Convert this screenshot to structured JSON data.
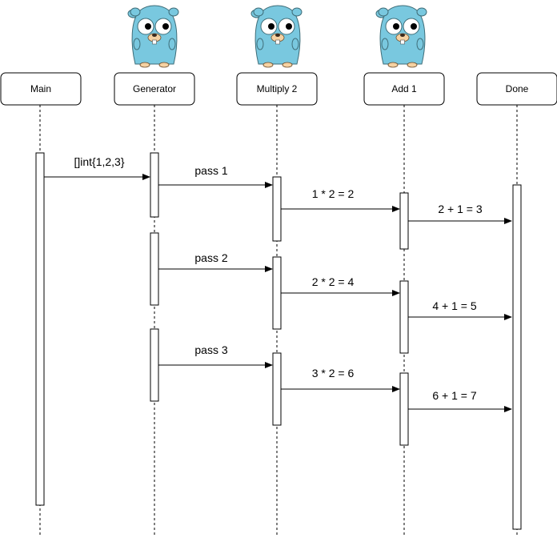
{
  "diagram": {
    "participants": [
      {
        "id": "main",
        "label": "Main"
      },
      {
        "id": "generator",
        "label": "Generator"
      },
      {
        "id": "multiply",
        "label": "Multiply 2"
      },
      {
        "id": "add",
        "label": "Add 1"
      },
      {
        "id": "done",
        "label": "Done"
      }
    ],
    "mascots": [
      "gopher-icon",
      "gopher-icon",
      "gopher-icon"
    ],
    "messages": [
      {
        "from": "main",
        "to": "generator",
        "label": "[]int{1,2,3}"
      },
      {
        "from": "generator",
        "to": "multiply",
        "label": "pass 1"
      },
      {
        "from": "multiply",
        "to": "add",
        "label": "1 * 2 = 2"
      },
      {
        "from": "add",
        "to": "done",
        "label": "2 + 1 = 3"
      },
      {
        "from": "generator",
        "to": "multiply",
        "label": "pass 2"
      },
      {
        "from": "multiply",
        "to": "add",
        "label": "2 * 2 = 4"
      },
      {
        "from": "add",
        "to": "done",
        "label": "4 + 1 = 5"
      },
      {
        "from": "generator",
        "to": "multiply",
        "label": "pass 3"
      },
      {
        "from": "multiply",
        "to": "add",
        "label": "3 * 2 = 6"
      },
      {
        "from": "add",
        "to": "done",
        "label": "6 + 1 = 7"
      }
    ]
  }
}
